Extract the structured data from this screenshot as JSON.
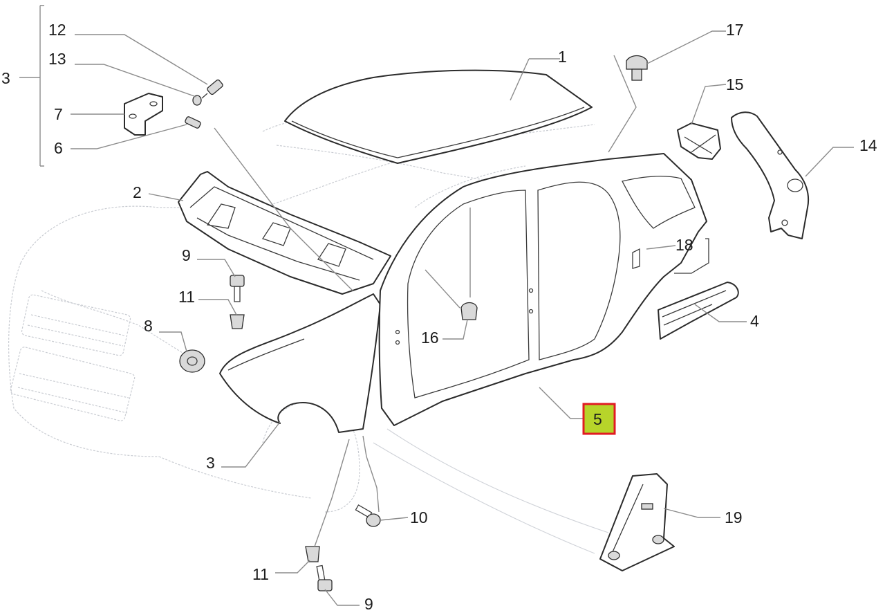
{
  "diagram": {
    "callouts": [
      {
        "id": "c1",
        "label": "1"
      },
      {
        "id": "c2",
        "label": "2"
      },
      {
        "id": "c3a",
        "label": "3"
      },
      {
        "id": "c3b",
        "label": "3"
      },
      {
        "id": "c4",
        "label": "4"
      },
      {
        "id": "c5",
        "label": "5",
        "highlighted": true
      },
      {
        "id": "c6",
        "label": "6"
      },
      {
        "id": "c7",
        "label": "7"
      },
      {
        "id": "c8",
        "label": "8"
      },
      {
        "id": "c9a",
        "label": "9"
      },
      {
        "id": "c9b",
        "label": "9"
      },
      {
        "id": "c10",
        "label": "10"
      },
      {
        "id": "c11a",
        "label": "11"
      },
      {
        "id": "c11b",
        "label": "11"
      },
      {
        "id": "c12",
        "label": "12"
      },
      {
        "id": "c13",
        "label": "13"
      },
      {
        "id": "c14",
        "label": "14"
      },
      {
        "id": "c15",
        "label": "15"
      },
      {
        "id": "c16",
        "label": "16"
      },
      {
        "id": "c17",
        "label": "17"
      },
      {
        "id": "c18",
        "label": "18"
      },
      {
        "id": "c19",
        "label": "19"
      }
    ],
    "colors": {
      "highlight_fill": "#b7d42a",
      "highlight_border": "#e11b22",
      "line": "#2b2b2b",
      "leader": "#8b8b8b",
      "ghost": "#c9ccd2"
    }
  }
}
